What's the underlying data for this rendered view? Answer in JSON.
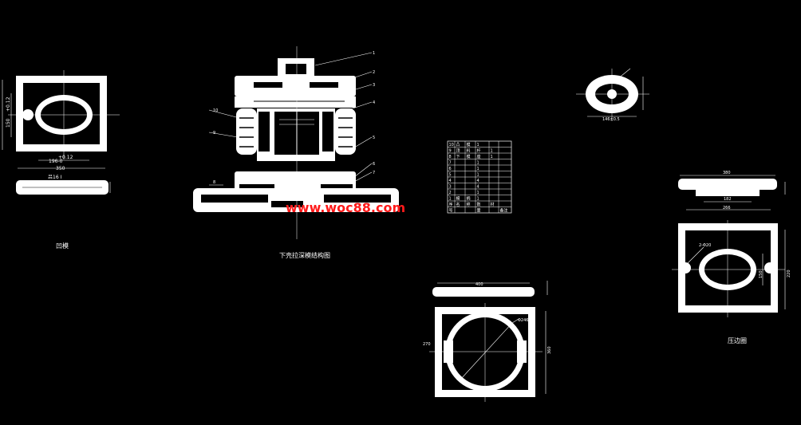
{
  "watermark": "www.woc88.com",
  "colors": {
    "background": "#000000",
    "lines": "#ffffff",
    "watermark": "#ff1a1a"
  },
  "views": {
    "left_plate": {
      "caption": "凹模",
      "dims": {
        "width": "350",
        "inner": "196-0",
        "inner_tol": "+0.12",
        "height_tol": "+0.12",
        "height": "150",
        "thickness": "吕16 I"
      }
    },
    "assembly": {
      "caption": "下壳拉深模结构图",
      "part_numbers": [
        "1",
        "2",
        "3",
        "4",
        "5",
        "6",
        "7",
        "8",
        "9",
        "10"
      ]
    },
    "round_part": {
      "dim": "146±0.5"
    },
    "bottom_plate": {
      "dims": {
        "top": "400",
        "diameter": "Φ246",
        "left": "270",
        "height": "360"
      }
    },
    "right_plate": {
      "caption": "压边圈",
      "dims": {
        "top": "380",
        "mid": "182",
        "bottom": "266",
        "hole": "2-Φ20",
        "side1": "220",
        "side2": "150"
      }
    },
    "bom": {
      "rows": [
        [
          "10",
          "凸",
          "模",
          "1",
          "",
          ""
        ],
        [
          "9",
          "顶",
          "料",
          "杆",
          "1",
          ""
        ],
        [
          "8",
          "下",
          "模",
          "座",
          "1",
          ""
        ],
        [
          "7",
          "",
          "",
          "1",
          "",
          ""
        ],
        [
          "6",
          "",
          "",
          "1",
          "",
          ""
        ],
        [
          "5",
          "",
          "",
          "1",
          "",
          ""
        ],
        [
          "4",
          "",
          "",
          "4",
          "",
          ""
        ],
        [
          "3",
          "",
          "",
          "4",
          "",
          ""
        ],
        [
          "2",
          "",
          "",
          "1",
          "",
          ""
        ],
        [
          "1",
          "模",
          "柄",
          "1",
          "",
          ""
        ],
        [
          "序",
          "名",
          "称",
          "数",
          "材",
          ""
        ],
        [
          "号",
          "",
          "",
          "量",
          "",
          "备注"
        ]
      ]
    }
  }
}
